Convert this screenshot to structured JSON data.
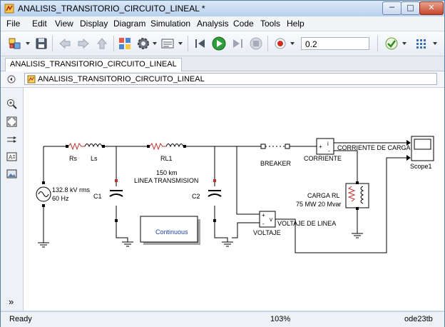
{
  "window": {
    "title": "ANALISIS_TRANSITORIO_CIRCUITO_LINEAL *",
    "minimize_glyph": "─",
    "maximize_glyph": "□",
    "close_glyph": "✕"
  },
  "menubar": [
    "File",
    "Edit",
    "View",
    "Display",
    "Diagram",
    "Simulation",
    "Analysis",
    "Code",
    "Tools",
    "Help"
  ],
  "toolbar": {
    "stop_time": "0.2",
    "icons": [
      "library-browser-icon",
      "save-icon",
      "back-icon",
      "forward-icon",
      "up-icon",
      "explorer-icon",
      "settings-gear-icon",
      "model-config-icon",
      "step-back-icon",
      "run-icon",
      "step-forward-icon",
      "stop-icon",
      "record-icon",
      "check-icon",
      "tiles-icon"
    ]
  },
  "tab": {
    "label": "ANALISIS_TRANSITORIO_CIRCUITO_LINEAL"
  },
  "address": {
    "path": "ANALISIS_TRANSITORIO_CIRCUITO_LINEAL"
  },
  "sidebar": {
    "icons": [
      "hide-browser-icon",
      "zoom-icon",
      "fit-view-icon",
      "arrow-icon",
      "annotation-icon",
      "image-icon",
      "expand-icon"
    ],
    "expand_glyph": "»"
  },
  "diagram": {
    "source_line1": "132.8 kV rms",
    "source_line2": "60 Hz",
    "rs": "Rs",
    "ls": "Ls",
    "c1": "C1",
    "rl1": "RL1",
    "line_km": "150  km",
    "line_name": "LINEA TRANSMISION",
    "c2": "C2",
    "breaker": "BREAKER",
    "corriente": "CORRIENTE",
    "corriente_signal": "CORRIENTE DE CARGA",
    "scope": "Scope1",
    "carga_name": "CARGA RL",
    "carga_rating": "75 MW  20 Mvar",
    "voltaje": "VOLTAJE",
    "voltaje_signal": "VOLTAJE DE LINEA",
    "powergui": "Continuous",
    "plus": "+",
    "minus": "-",
    "v": "v",
    "i": "i"
  },
  "status": {
    "ready": "Ready",
    "zoom": "103%",
    "solver": "ode23tb"
  }
}
